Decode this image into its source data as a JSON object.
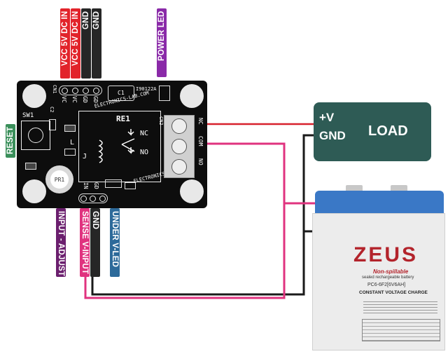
{
  "pin_labels": {
    "vcc1": "VCC 5V DC IN",
    "vcc2": "VCC 5V DC IN",
    "gnd1": "GND",
    "gnd2": "GND",
    "power_led": "POWER LED",
    "reset": "RESET",
    "input_adjust": "INPUT - ADJUST",
    "sense_input": "SENSE V-INPUT",
    "gnd_bottom": "GND",
    "under_v_led": "UNDER V-LED"
  },
  "board": {
    "sw1": "SW1",
    "re1": "RE1",
    "cn1": "CN1",
    "cn2": "CN2",
    "c1": "C1",
    "ic": "I90122A",
    "site1": "ELECTRONICS-LAB.COM",
    "site2": "ELECTRONICS-LAB.COM",
    "nc_side": "NC",
    "no_side": "NO",
    "nc_term": "NC",
    "com_term": "COM",
    "no_term": "NO",
    "pr1": "PR1",
    "in": "IN",
    "gd": "GD",
    "pin_vc1": "VC",
    "pin_vc2": "VC",
    "pin_gd1": "GD",
    "pin_gd2": "GD",
    "c2": "C2",
    "j": "J",
    "l": "L"
  },
  "load": {
    "plus_v": "+V",
    "gnd": "GND",
    "label": "LOAD"
  },
  "battery": {
    "brand": "ZEUS",
    "subtitle": "Non-spillable",
    "line2": "sealed rechargeable battery",
    "model": "PC6-6F2[6V6AH]",
    "charge": "CONSTANT VOLTAGE CHARGE"
  },
  "colors": {
    "wire_red": "#d8212d",
    "wire_black": "#1a1a1a",
    "wire_pink": "#e0337f",
    "label_red": "#e2232a",
    "label_black": "#262626",
    "label_purple": "#8a2aa8",
    "label_green": "#3a8f5a",
    "label_dark_purple": "#6b1f6e",
    "label_pink": "#e0337f",
    "label_blue": "#2d6a9a",
    "load_bg": "#2e5b55"
  }
}
